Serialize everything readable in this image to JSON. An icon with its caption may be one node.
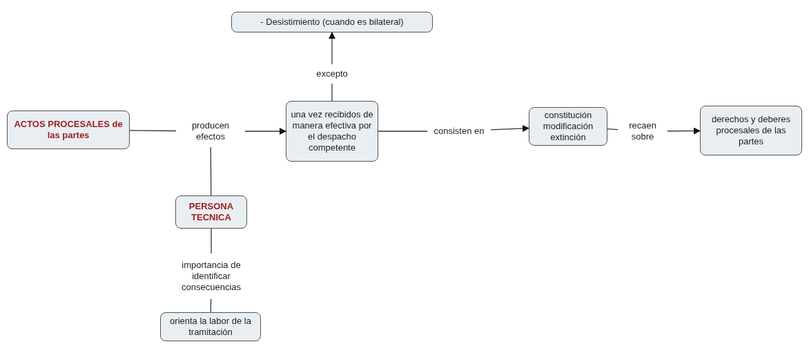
{
  "diagram": {
    "nodes": [
      {
        "text": [
          "ACTOS PROCESALES de las partes"
        ]
      },
      {
        "text": [
          "producen efectos"
        ]
      },
      {
        "text": [
          "una vez recibidos de manera efectiva por el despacho competente"
        ]
      },
      {
        "text": [
          "excepto"
        ]
      },
      {
        "text": [
          "- Desistimiento (cuando es bilateral)"
        ]
      },
      {
        "text": [
          "consisten en"
        ]
      },
      {
        "text": [
          "constitución modificación extinción"
        ]
      },
      {
        "text": [
          "recaen sobre"
        ]
      },
      {
        "text": [
          "derechos y deberes procesales de las partes"
        ]
      },
      {
        "text": [
          "PERSONA TECNICA"
        ]
      },
      {
        "text": [
          "importancia de identificar consecuencias"
        ]
      },
      {
        "text": [
          "orienta la labor de la tramitación"
        ]
      }
    ],
    "edges": [
      {
        "from": 0,
        "to": 1,
        "arrow": "none"
      },
      {
        "from": 1,
        "to": 2,
        "arrow": "to"
      },
      {
        "from": 2,
        "to": 3,
        "arrow": "none"
      },
      {
        "from": 3,
        "to": 4,
        "arrow": "to"
      },
      {
        "from": 2,
        "to": 5,
        "arrow": "none"
      },
      {
        "from": 5,
        "to": 6,
        "arrow": "to"
      },
      {
        "from": 6,
        "to": 7,
        "arrow": "none"
      },
      {
        "from": 7,
        "to": 8,
        "arrow": "to"
      },
      {
        "from": 9,
        "to": 1,
        "arrow": "none"
      },
      {
        "from": 9,
        "to": 10,
        "arrow": "none"
      },
      {
        "from": 10,
        "to": 11,
        "arrow": "none"
      }
    ]
  }
}
